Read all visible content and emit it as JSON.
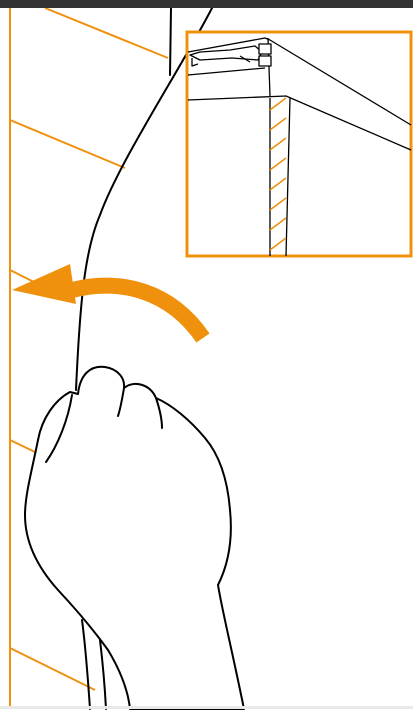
{
  "colors": {
    "accent": "#f0910e",
    "line": "#000000",
    "top_bar": "#333333",
    "background": "#ffffff"
  },
  "illustration": {
    "main": "hand-pulling-fabric-panel-left",
    "detail_inset": "corner-joint-detail",
    "arrow": "curved-arrow-left"
  }
}
